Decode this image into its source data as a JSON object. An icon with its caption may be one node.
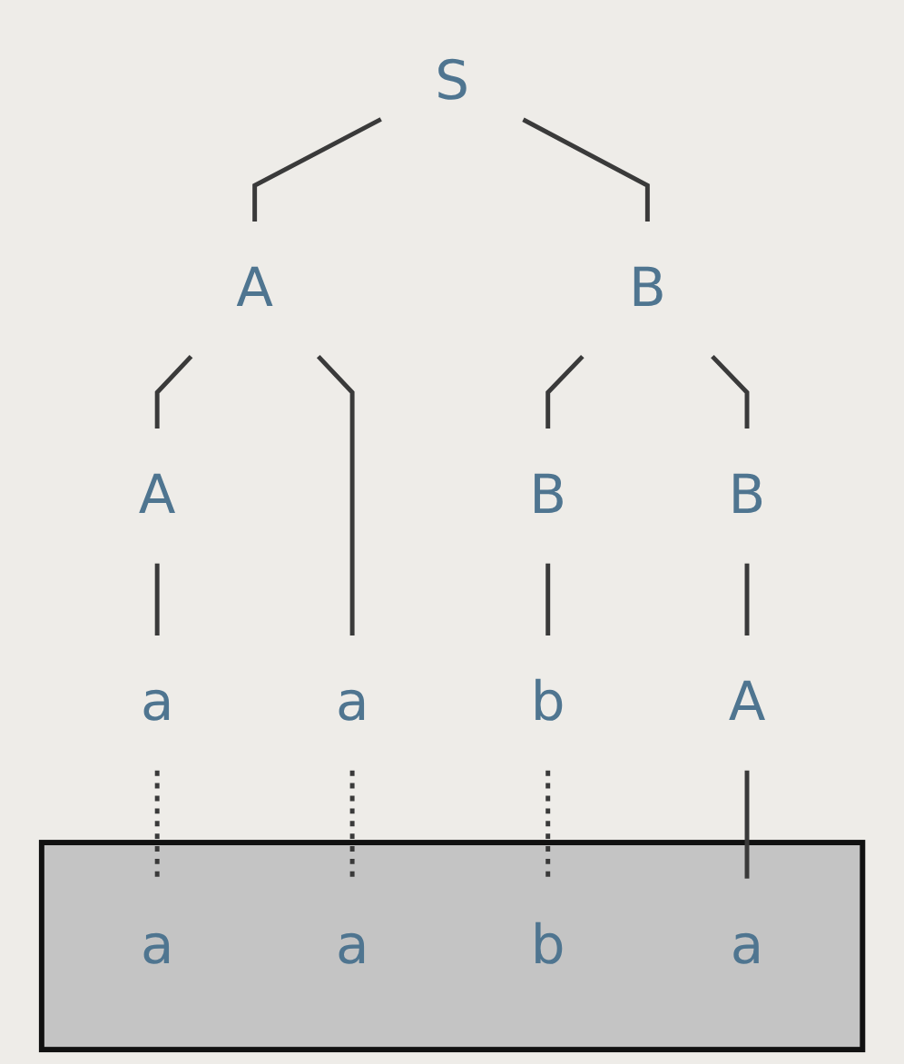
{
  "diagram": {
    "nodes": [
      {
        "text": [
          "S"
        ]
      },
      {
        "text": [
          "A"
        ]
      },
      {
        "text": [
          "B"
        ]
      },
      {
        "text": [
          "A"
        ]
      },
      {
        "text": [
          "a"
        ]
      },
      {
        "text": [
          "B"
        ]
      },
      {
        "text": [
          "B"
        ]
      },
      {
        "text": [
          "a"
        ]
      },
      {
        "text": [
          "b"
        ]
      },
      {
        "text": [
          "A"
        ]
      },
      {
        "text": [],
        "shape": "box"
      },
      {
        "text": [
          "a"
        ],
        "in": 10
      },
      {
        "text": [
          "a"
        ],
        "in": 10
      },
      {
        "text": [
          "b"
        ],
        "in": 10
      },
      {
        "text": [
          "a"
        ],
        "in": 10
      }
    ],
    "edges": [
      {
        "from": 0,
        "to": 1,
        "arrow": "none"
      },
      {
        "from": 0,
        "to": 2,
        "arrow": "none"
      },
      {
        "from": 1,
        "to": 3,
        "arrow": "none"
      },
      {
        "from": 1,
        "to": 4,
        "arrow": "none"
      },
      {
        "from": 2,
        "to": 5,
        "arrow": "none"
      },
      {
        "from": 2,
        "to": 6,
        "arrow": "none"
      },
      {
        "from": 3,
        "to": 7,
        "arrow": "none"
      },
      {
        "from": 5,
        "to": 8,
        "arrow": "none"
      },
      {
        "from": 6,
        "to": 9,
        "arrow": "none"
      },
      {
        "from": 7,
        "to": 11,
        "arrow": "none",
        "style": "dashed"
      },
      {
        "from": 4,
        "to": 12,
        "arrow": "none",
        "style": "dashed"
      },
      {
        "from": 8,
        "to": 13,
        "arrow": "none",
        "style": "dashed"
      },
      {
        "from": 9,
        "to": 14,
        "arrow": "none"
      }
    ]
  }
}
